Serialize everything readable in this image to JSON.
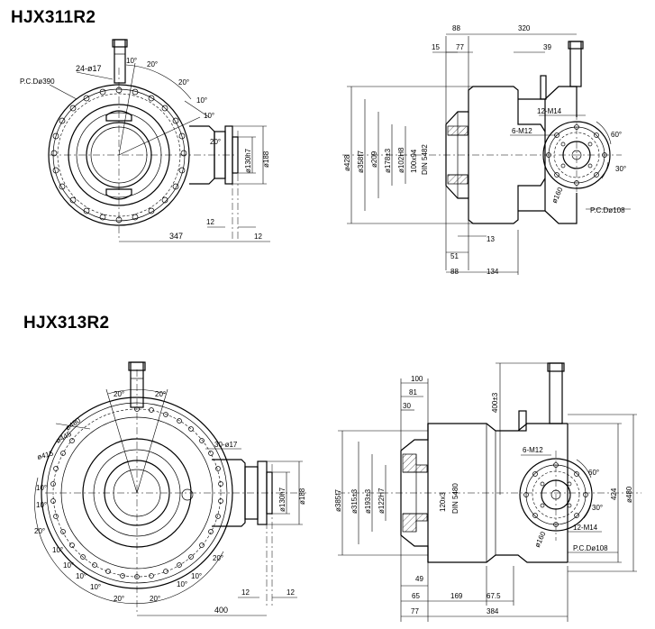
{
  "drawings": {
    "top_title": "HJX311R2",
    "bottom_title": "HJX313R2"
  },
  "top_front": {
    "holes": "24-ø17",
    "pcd": "P.C.Dø390",
    "angle_10": "10°",
    "angle_20": "20°",
    "angle_20b": "20°",
    "angle_10b": "10°",
    "angle_10c": "10°",
    "angle_20c": "20°",
    "dia_130": "ø130h7",
    "dia_188": "ø188",
    "dim_347": "347",
    "dim_12a": "12",
    "dim_12b": "12"
  },
  "top_side": {
    "dim_88": "88",
    "dim_320": "320",
    "dim_15": "15",
    "dim_77": "77",
    "dim_39": "39",
    "m14": "12-M14",
    "m12": "6-M12",
    "angle_60": "60°",
    "angle_30": "30°",
    "dia_160": "ø160",
    "pcd108": "P.C.Dø108",
    "dia_428": "ø428",
    "dia_358": "ø358f7",
    "dia_209": "ø209",
    "dia_178": "ø178±3",
    "dia_102": "ø102H8",
    "spline": "100x94",
    "din": "DIN 5482",
    "dim_13": "13",
    "dim_51": "51",
    "dim_88b": "88",
    "dim_134": "134"
  },
  "bottom_front": {
    "angle_20a": "20°",
    "angle_20b": "20°",
    "dia_480": "ø480",
    "dia_445": "ø445",
    "dia_415": "ø415",
    "holes": "30-ø17",
    "angles_left": [
      "10°",
      "10°",
      "20°",
      "10°",
      "10°",
      "10°",
      "10°"
    ],
    "angles_bottom": [
      "20°",
      "20°",
      "10°",
      "10°",
      "20°"
    ],
    "dia_130": "ø130h7",
    "dia_188": "ø188",
    "dim_400": "400",
    "dim_12a": "12",
    "dim_12b": "12"
  },
  "bottom_side": {
    "dim_100": "100",
    "dim_81": "81",
    "dim_30": "30",
    "dim_400": "400±3",
    "m12": "6-M12",
    "angle_60": "60°",
    "angle_30": "30°",
    "dim_424": "424",
    "dia_480": "ø480",
    "m14": "12-M14",
    "pcd108": "P.C.Dø108",
    "dia_160": "ø160",
    "dia_385": "ø385f7",
    "dia_315": "ø315±3",
    "dia_193": "ø193±3",
    "dia_122": "ø122H7",
    "spline": "120x3",
    "din": "DIN 5480",
    "dim_49": "49",
    "dim_65": "65",
    "dim_169": "169",
    "dim_675": "67.5",
    "dim_77": "77",
    "dim_384": "384"
  }
}
